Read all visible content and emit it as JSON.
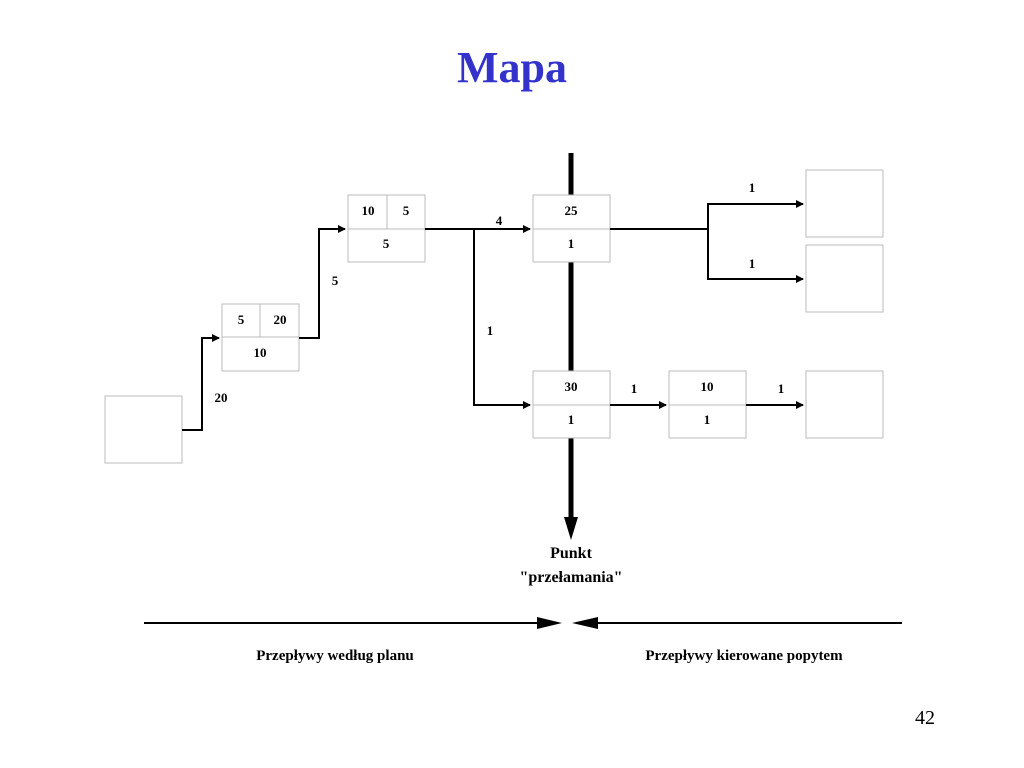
{
  "title": "Mapa",
  "page_number": "42",
  "boxes": {
    "p1": {
      "top_left": "5",
      "top_right": "20",
      "bottom": "10"
    },
    "p2": {
      "top_left": "10",
      "top_right": "5",
      "bottom": "5"
    },
    "p3": {
      "top": "25",
      "bottom": "1"
    },
    "p4": {
      "top": "30",
      "bottom": "1"
    },
    "p5": {
      "top": "10",
      "bottom": "1"
    }
  },
  "flow_labels": {
    "l20": "20",
    "l5": "5",
    "l4": "4",
    "l1_split": "1",
    "l1_top": "1",
    "l1_mid": "1",
    "l1_p4p5": "1",
    "l1_p5end": "1"
  },
  "breakpoint_label": {
    "line1": "Punkt",
    "line2": "\"przełamania\""
  },
  "captions": {
    "left": "Przepływy według planu",
    "right": "Przepływy kierowane popytem"
  }
}
